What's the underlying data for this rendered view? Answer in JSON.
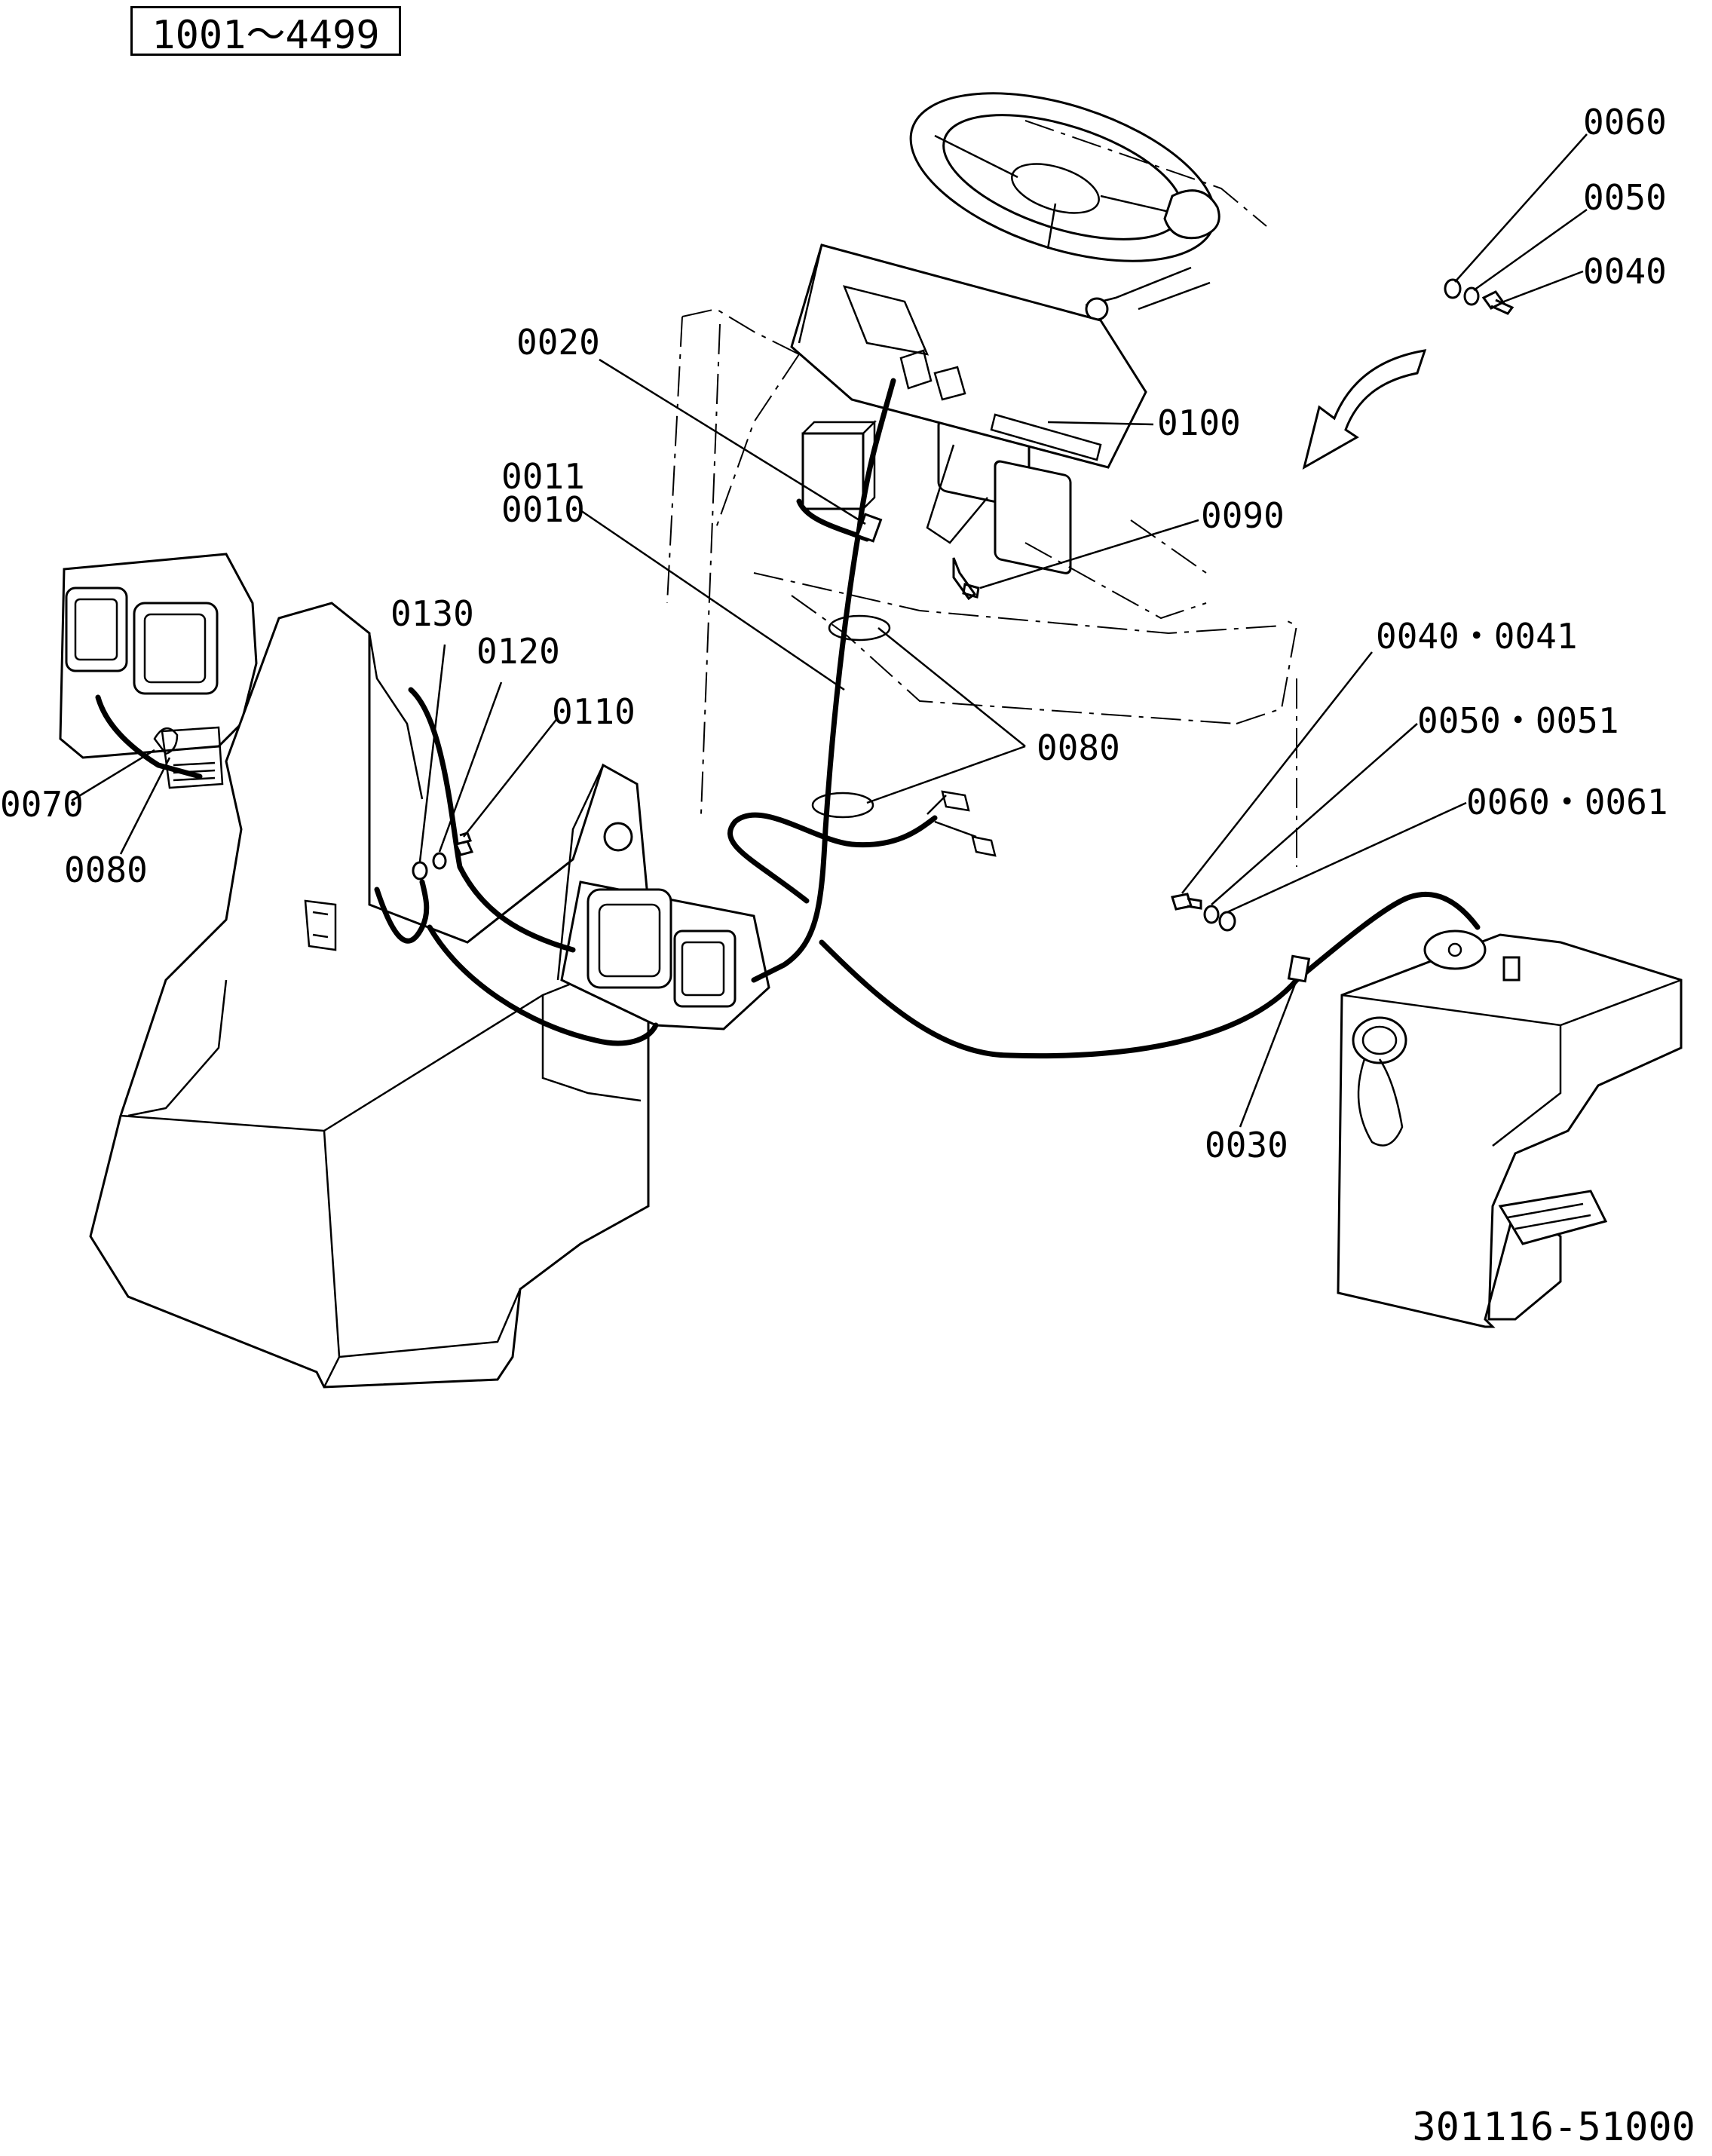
{
  "header": {
    "serial_range": "1001～4499"
  },
  "footer": {
    "drawing_number": "301116-51000"
  },
  "callouts": {
    "c0060_top": "0060",
    "c0050_top": "0050",
    "c0040_top": "0040",
    "c0100": "0100",
    "c0020": "0020",
    "c0011": "0011",
    "c0010": "0010",
    "c0090": "0090",
    "c0080_mid": "0080",
    "c0130": "0130",
    "c0120": "0120",
    "c0110": "0110",
    "c0070": "0070",
    "c0080_left": "0080",
    "c0040_0041": "0040・0041",
    "c0050_0051": "0050・0051",
    "c0060_0061": "0060・0061",
    "c0030": "0030"
  }
}
